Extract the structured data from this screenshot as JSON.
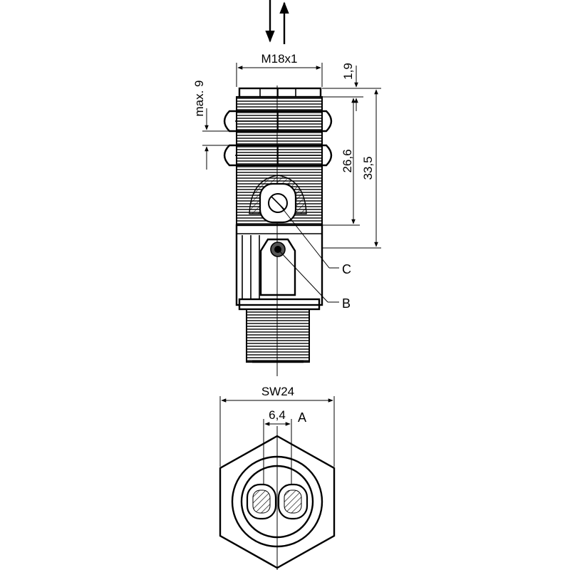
{
  "drawing": {
    "side_view": {
      "dim_thread": "M18x1",
      "dim_max_nut": "max. 9",
      "dim_top": "1,9",
      "dim_len_1": "26,6",
      "dim_len_2": "33,5",
      "callout_c": "C",
      "callout_b": "B"
    },
    "front_view": {
      "dim_wrench": "SW24",
      "dim_lens": "6,4",
      "callout_a": "A"
    }
  }
}
